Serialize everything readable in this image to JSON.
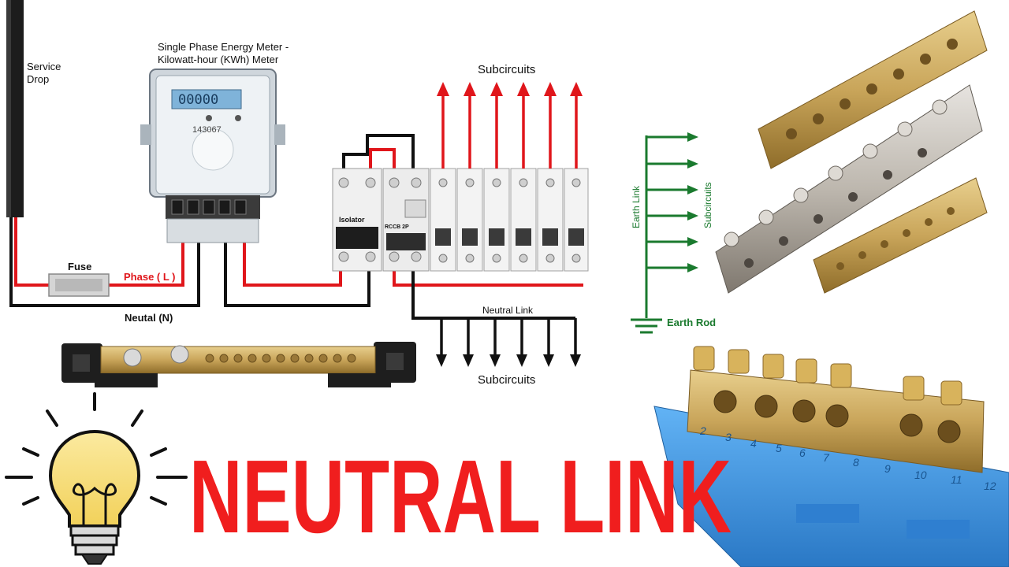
{
  "diagram": {
    "service_drop": [
      "Service",
      "Drop"
    ],
    "meter_title": [
      "Single Phase Energy Meter -",
      "Kilowatt-hour (KWh) Meter"
    ],
    "meter_display": "00000",
    "meter_serial": "143067",
    "fuse_label": "Fuse",
    "phase_label": "Phase ( L )",
    "neutral_label": "Neutal (N)",
    "isolator_label": "Isolator",
    "rccb_label": "RCCB 2P",
    "subcircuits_top": "Subcircuits",
    "neutral_link_label": "Neutral Link",
    "subcircuits_bottom": "Subcircuits",
    "earth_link_label": "Earth Link",
    "earth_subcircuits_label": "Subcircuits",
    "earth_rod_label": "Earth Rod"
  },
  "headline": "NEUTRAL LINK",
  "ruler_numbers": [
    "2",
    "3",
    "4",
    "5",
    "6",
    "7",
    "8",
    "9",
    "10",
    "11",
    "12"
  ],
  "colors": {
    "phase_wire": "#e0161b",
    "neutral_wire": "#111111",
    "earth_wire": "#1a7a2e",
    "headline": "#f01e1e",
    "brass": "#c9a55a",
    "din_rail": "#3a8fd9",
    "bulb": "#f6dd6a"
  },
  "icons": [
    "lightbulb-icon"
  ]
}
